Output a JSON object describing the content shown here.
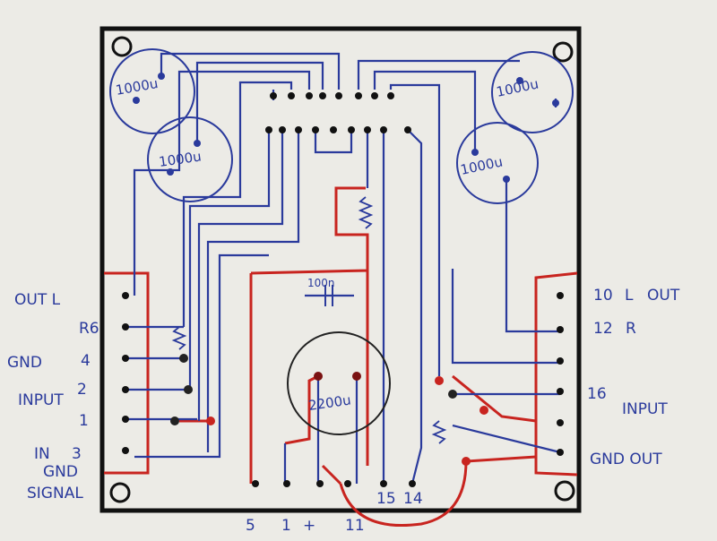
{
  "left_labels": [
    "OUT L",
    "R6",
    "GND",
    "4",
    "INPUT",
    "2",
    "1",
    "IN",
    "3",
    "GND",
    "SIGNAL"
  ],
  "right_labels": [
    "10",
    "L",
    "OUT",
    "12",
    "R",
    "16",
    "INPUT",
    "GND OUT"
  ],
  "bottom_labels": [
    "5",
    "1",
    "+",
    "11",
    "15",
    "14"
  ],
  "capacitor_labels": [
    "1000u",
    "1000u",
    "1000u",
    "1000u",
    "2200u",
    "100n"
  ],
  "colors": {
    "board": "#111111",
    "blue": "#2a3a9c",
    "red": "#c8241f",
    "dark_red": "#7a1212",
    "paper": "#ecebe6"
  }
}
